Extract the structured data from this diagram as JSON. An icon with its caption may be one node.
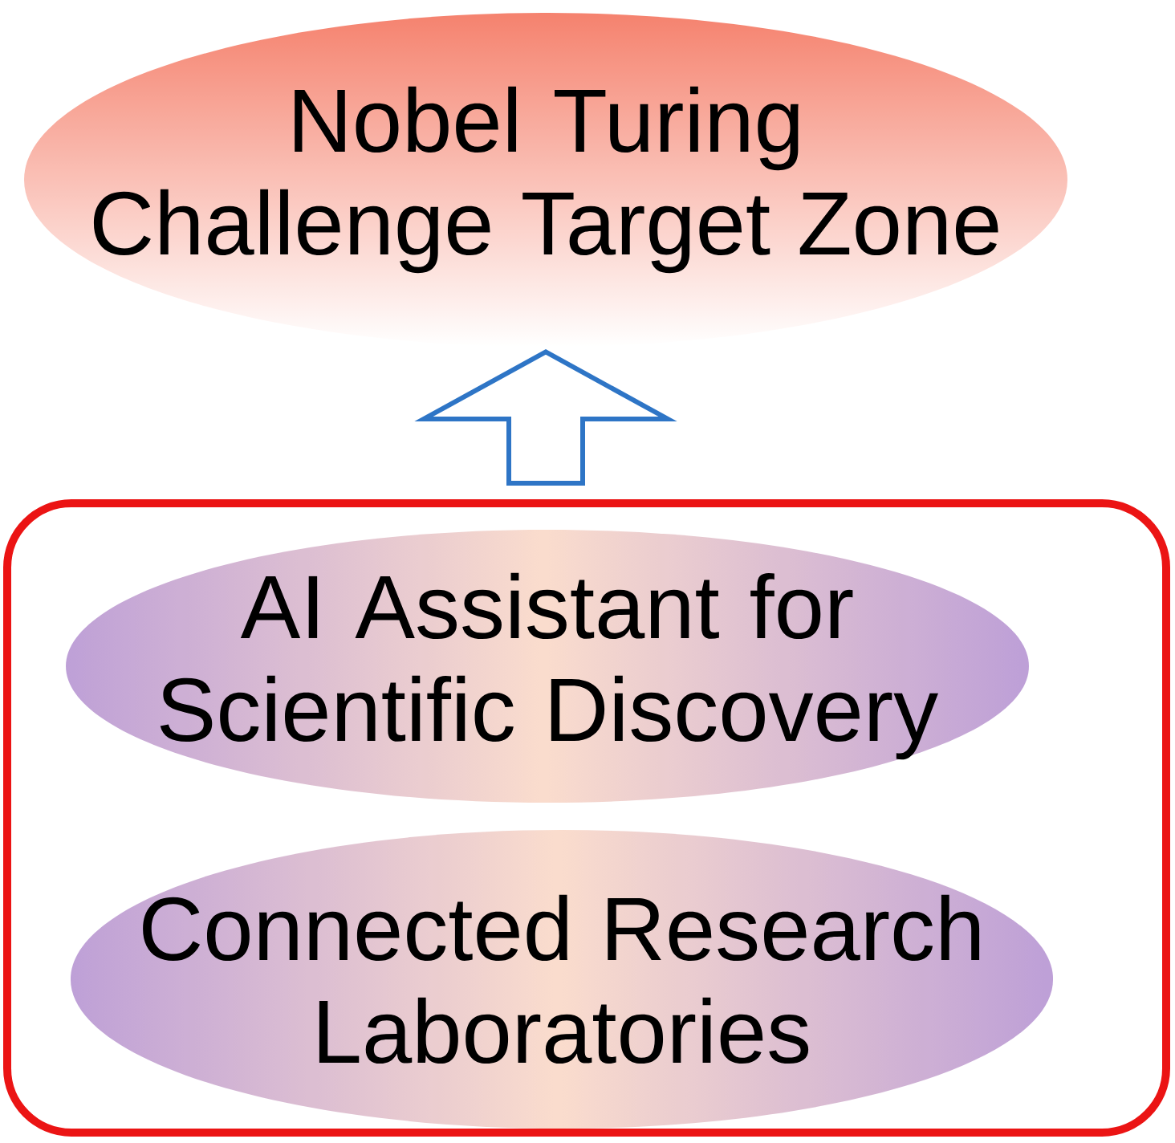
{
  "diagram": {
    "nodes": [
      {
        "text": [
          "Nobel Turing Challenge Target Zone"
        ]
      },
      {
        "text": [],
        "shape": "box"
      },
      {
        "text": [
          "AI Assistant for Scientific Discovery"
        ],
        "in": 1
      },
      {
        "text": [
          "Connected Research Laboratories"
        ],
        "in": 1
      }
    ],
    "edges": [
      {
        "from": 1,
        "to": 0,
        "arrow": "to",
        "color": "#2e75c6"
      }
    ]
  }
}
